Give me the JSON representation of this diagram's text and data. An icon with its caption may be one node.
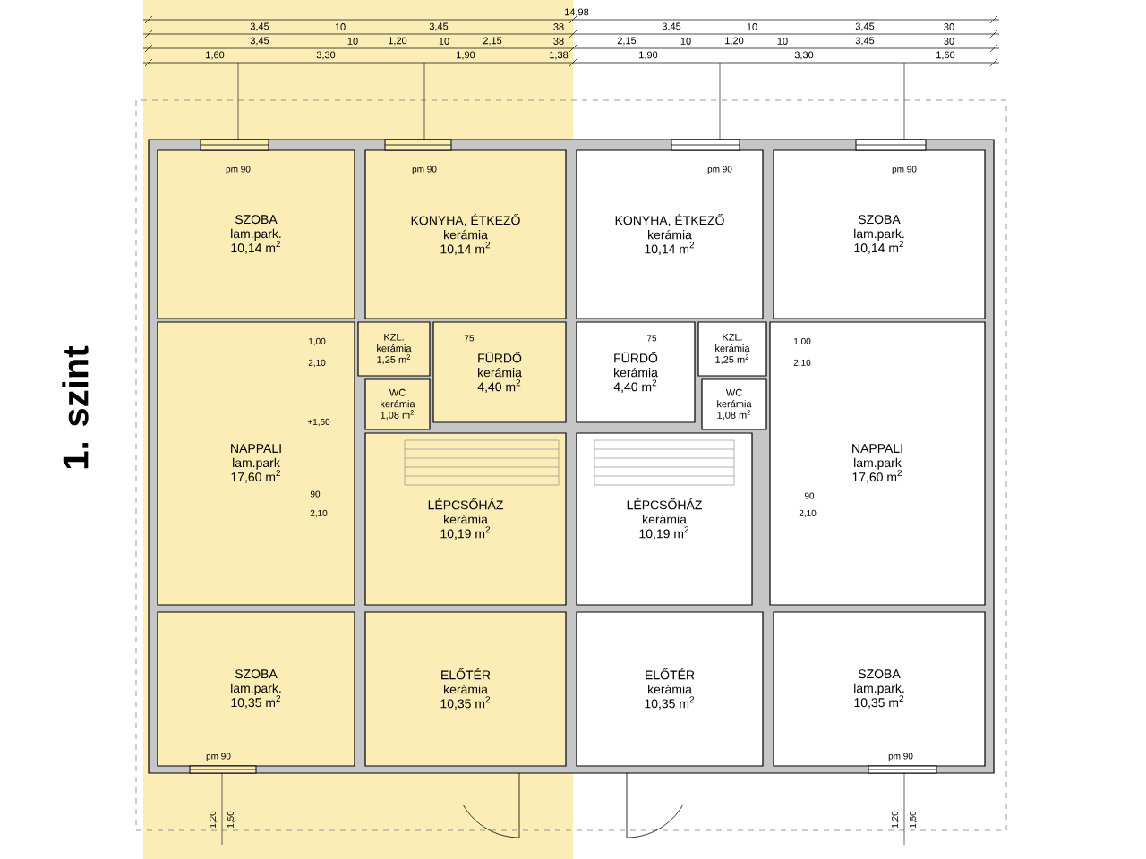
{
  "diagram": {
    "nodes": [
      {
        "text": [
          "SZOBA",
          "lam.park.",
          "10,14 m$^{2}$"
        ]
      },
      {
        "text": [
          "KONYHA, ÉTKEZŐ",
          "kerámia",
          "10,14 m$^{2}$"
        ]
      },
      {
        "text": [
          "KZL.",
          "kerámia",
          "1,25 m$^{2}$"
        ]
      },
      {
        "text": [
          "FÜRDŐ",
          "kerámia",
          "4,40 m$^{2}$"
        ]
      },
      {
        "text": [
          "WC",
          "kerámia",
          "1,08 m$^{2}$"
        ]
      },
      {
        "text": [
          "NAPPALI",
          "lam.park",
          "17,60 m$^{2}$"
        ]
      },
      {
        "text": [
          "LÉPCSŐHÁZ",
          "kerámia",
          "10,19 m$^{2}$"
        ]
      },
      {
        "text": [
          "SZOBA",
          "lam.park.",
          "10,35 m$^{2}$"
        ]
      },
      {
        "text": [
          "ELŐTÉR",
          "kerámia",
          "10,35 m$^{2}$"
        ]
      },
      {
        "text": [
          "KONYHA, ÉTKEZŐ",
          "kerámia",
          "10,14 m$^{2}$"
        ]
      },
      {
        "text": [
          "SZOBA",
          "lam.park.",
          "10,14 m$^{2}$"
        ]
      },
      {
        "text": [
          "FÜRDŐ",
          "kerámia",
          "4,40 m$^{2}$"
        ]
      },
      {
        "text": [
          "KZL.",
          "kerámia",
          "1,25 m$^{2}$"
        ]
      },
      {
        "text": [
          "WC",
          "kerámia",
          "1,08 m$^{2}$"
        ]
      },
      {
        "text": [
          "NAPPALI",
          "lam.park",
          "17,60 m$^{2}$"
        ]
      },
      {
        "text": [
          "LÉPCSŐHÁZ",
          "kerámia",
          "10,19 m$^{2}$"
        ]
      },
      {
        "text": [
          "ELŐTÉR",
          "kerámia",
          "10,35 m$^{2}$"
        ]
      },
      {
        "text": [
          "SZOBA",
          "lam.park.",
          "10,35 m$^{2}$"
        ]
      }
    ],
    "labels": [
      "1. szint",
      "14,98",
      "3,45",
      "10",
      "3,45",
      "38",
      "3,45",
      "10",
      "3,45",
      "30",
      "3,45",
      "10",
      "1,20",
      "10",
      "2,15",
      "38",
      "2,15",
      "10",
      "1,20",
      "10",
      "3,45",
      "30",
      "1,60",
      "3,30",
      "1,90",
      "1,38",
      "1,90",
      "3,30",
      "1,60",
      "pm 90",
      "pm 90",
      "pm 90",
      "pm 90",
      "1,00",
      "2,10",
      "75",
      "+1,50",
      "90",
      "2,10",
      "1,00",
      "2,10",
      "75",
      "90",
      "2,10",
      "pm 90",
      "1,20",
      "1,50",
      "pm 90",
      "1,20",
      "1,50"
    ]
  }
}
